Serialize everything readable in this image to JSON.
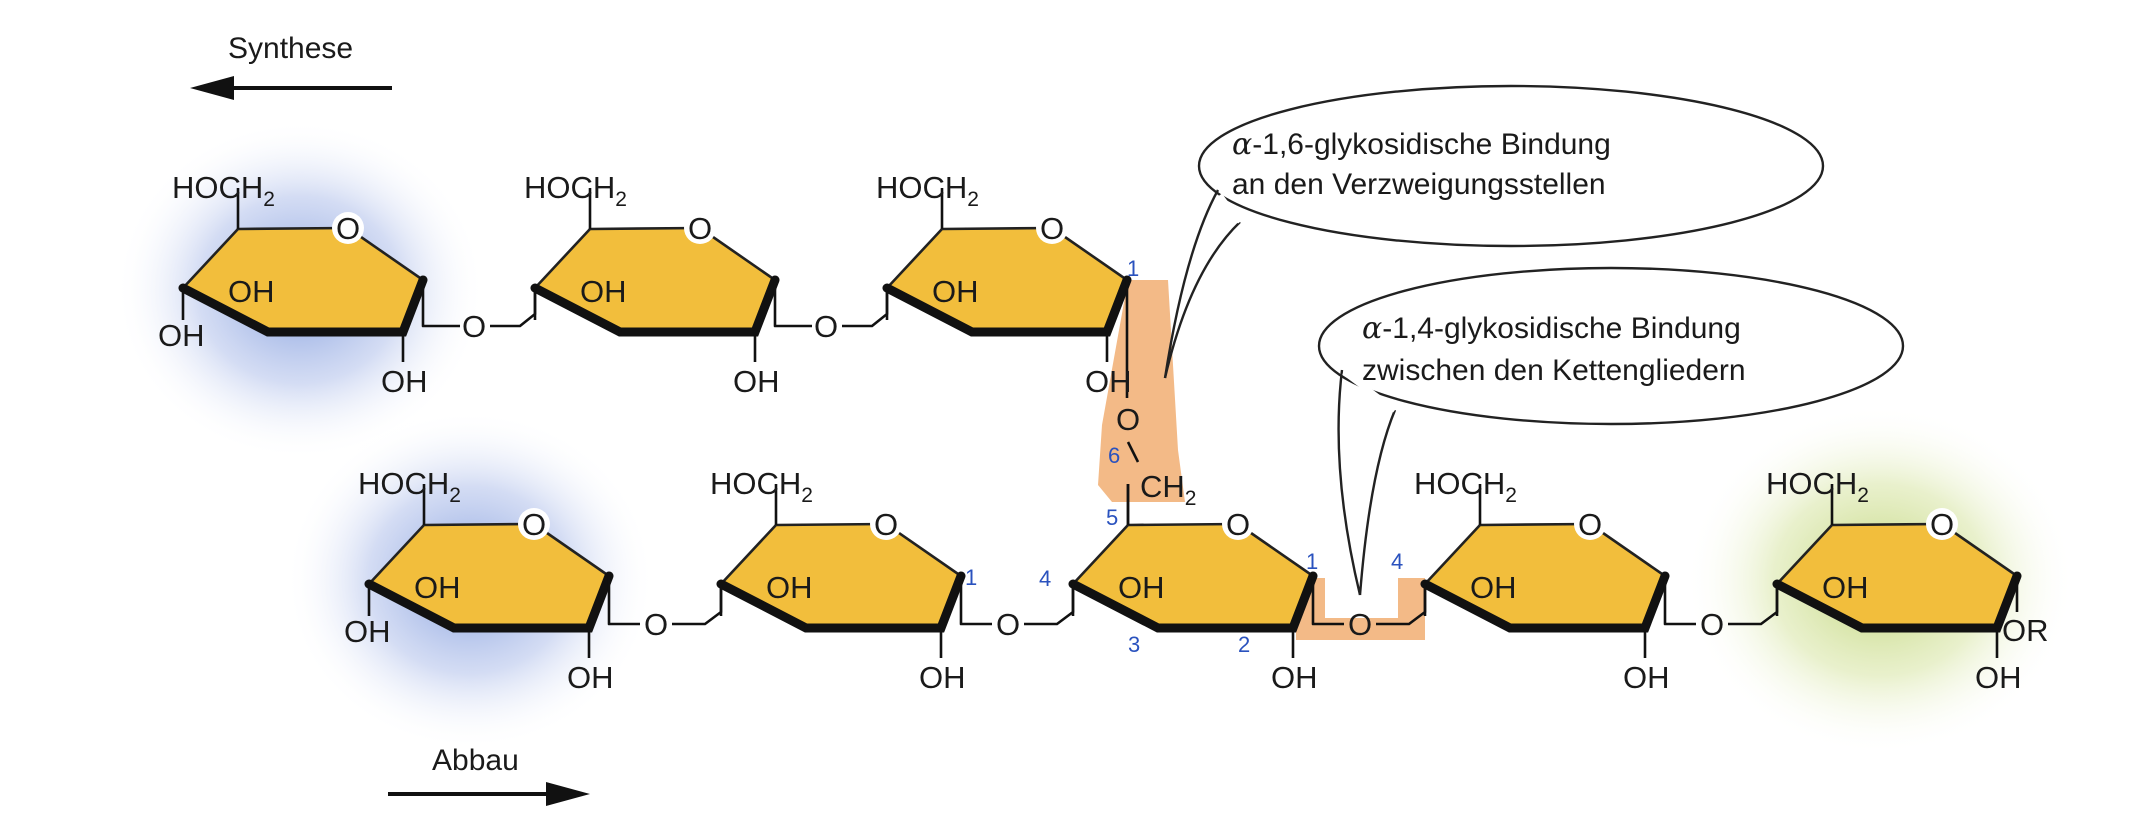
{
  "arrows": {
    "synthesis_label": "Synthese",
    "degradation_label": "Abbau"
  },
  "callouts": {
    "alpha16": {
      "greek": "α",
      "line1": "-1,6-glykosidische Bindung",
      "line2": "an den Verzweigungsstellen"
    },
    "alpha14": {
      "greek": "α",
      "line1": "-1,4-glykosidische Bindung",
      "line2": "zwischen den Kettengliedern"
    }
  },
  "molecule": {
    "ch2oh": "HOCH",
    "ch2oh_sub": "2",
    "ch2": "CH",
    "ch2_sub": "2",
    "oh": "OH",
    "o": "O",
    "or": "OR",
    "positions": {
      "p1": "1",
      "p2": "2",
      "p3": "3",
      "p4": "4",
      "p5": "5",
      "p6": "6"
    }
  },
  "colors": {
    "ring_fill": "#f2be3c",
    "highlight_orange": "#f2b27a",
    "nonreducing_end_glow": "#6f8fd8",
    "reducing_end_glow": "#b9d06a",
    "position_number": "#2a52be"
  }
}
